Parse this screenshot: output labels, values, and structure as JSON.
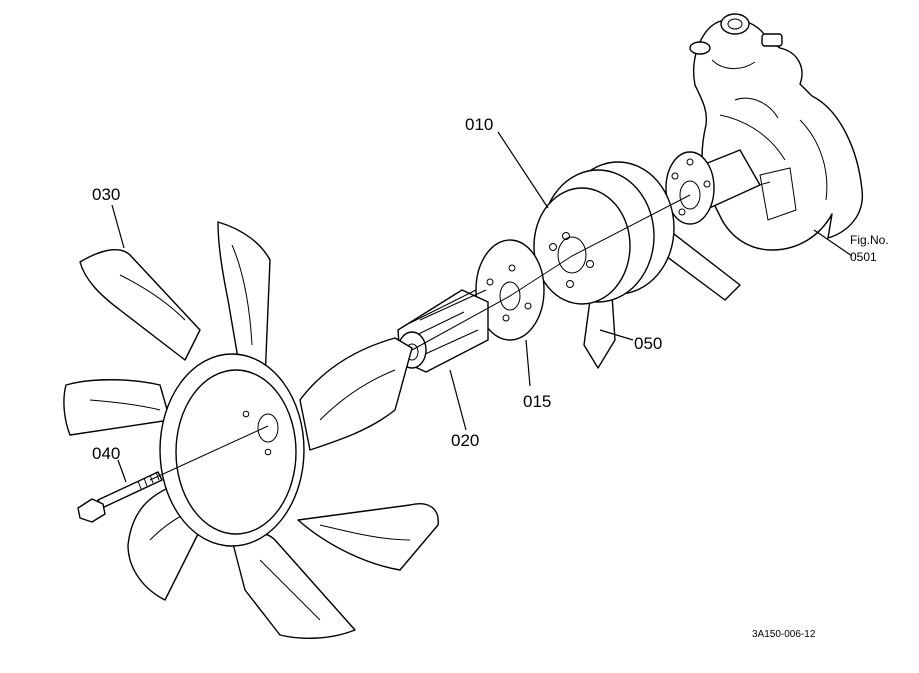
{
  "diagram": {
    "parts": [
      {
        "key": "p010",
        "label": "010"
      },
      {
        "key": "p015",
        "label": "015"
      },
      {
        "key": "p020",
        "label": "020"
      },
      {
        "key": "p030",
        "label": "030"
      },
      {
        "key": "p040",
        "label": "040"
      },
      {
        "key": "p050",
        "label": "050"
      }
    ],
    "fig_ref_line1": "Fig.No.",
    "fig_ref_line2": "0501",
    "drawing_code": "3A150-006-12"
  }
}
